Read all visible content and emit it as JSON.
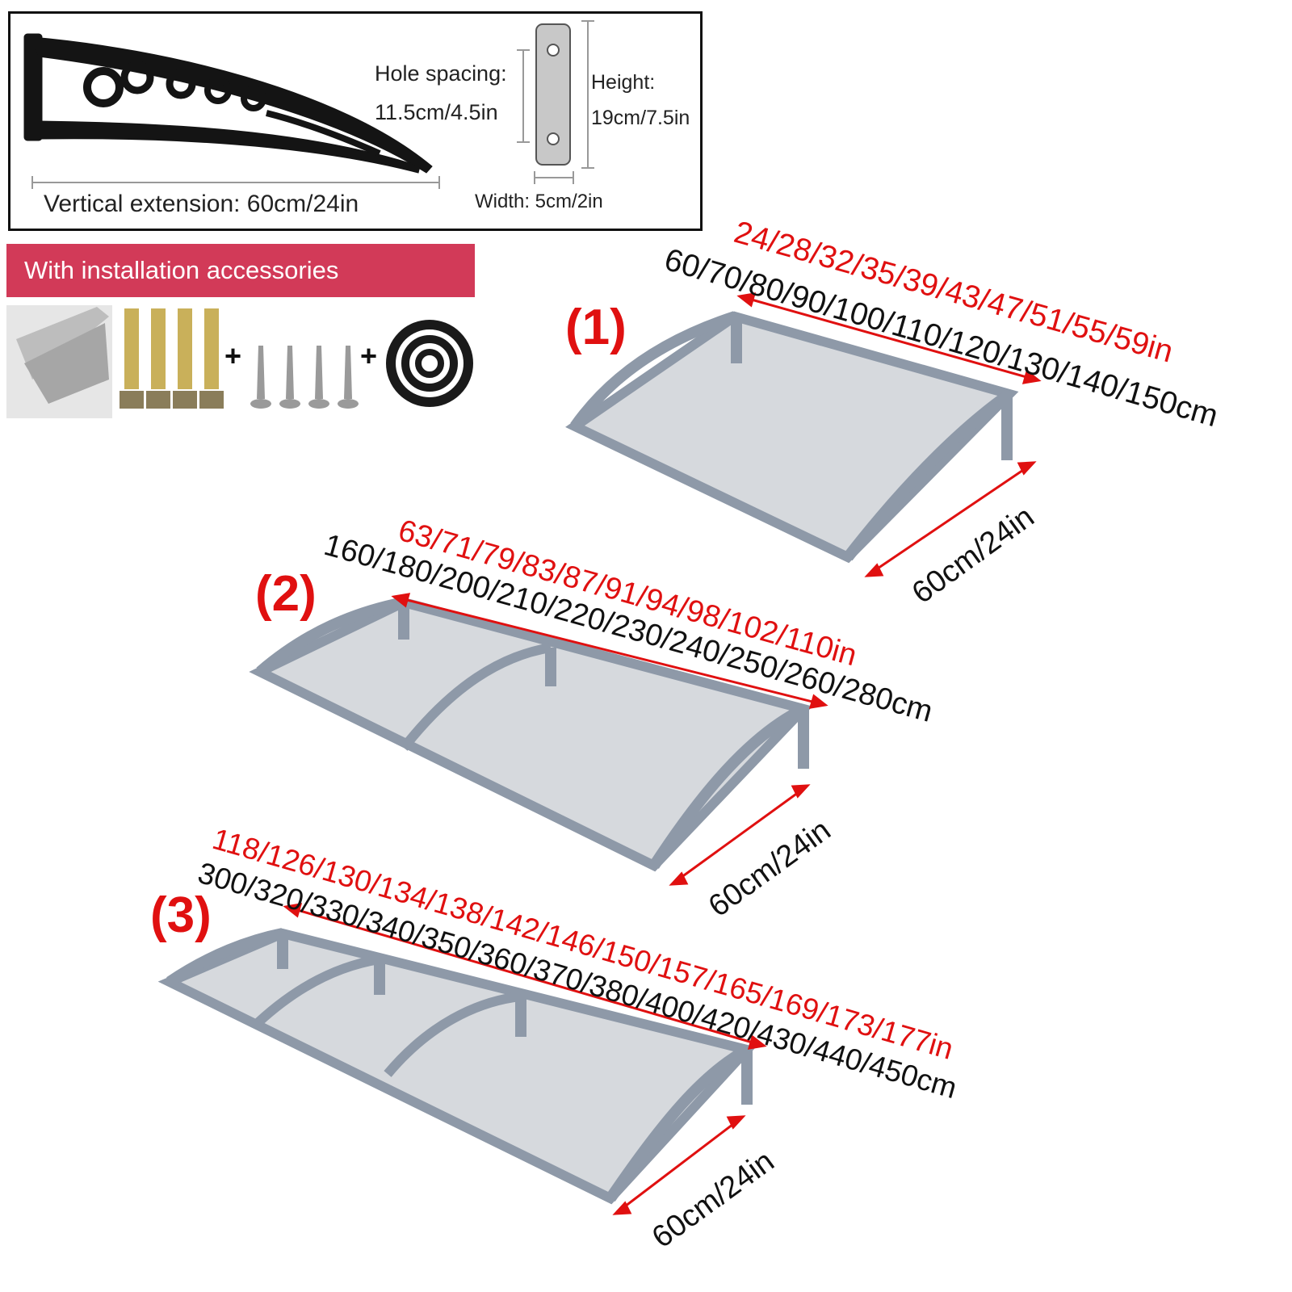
{
  "spec": {
    "hole_spacing_label": "Hole spacing:",
    "hole_spacing_value": "11.5cm/4.5in",
    "height_label": "Height:",
    "height_value": "19cm/7.5in",
    "width_label": "Width: 5cm/2in",
    "extension_label": "Vertical extension: 60cm/24in"
  },
  "accessories": {
    "banner": "With installation accessories",
    "plus": "+"
  },
  "models": [
    {
      "number": "(1)",
      "sizes_in": "24/28/32/35/39/43/47/51/55/59in",
      "sizes_cm": "60/70/80/90/100/110/120/130/140/150cm",
      "depth": "60cm/24in"
    },
    {
      "number": "(2)",
      "sizes_in": "63/71/79/83/87/91/94/98/102/110in",
      "sizes_cm": "160/180/200/210/220/230/240/250/260/280cm",
      "depth": "60cm/24in"
    },
    {
      "number": "(3)",
      "sizes_in": "118/126/130/134/138/142/146/150/157/165/169/173/177in",
      "sizes_cm": "300/320/330/340/350/360/370/380/400/420/430/440/450cm",
      "depth": "60cm/24in"
    }
  ],
  "colors": {
    "accent_red": "#e01010",
    "banner": "#d23a58",
    "frame_gray": "#8e99a8",
    "panel_gray": "#d6d9dd"
  }
}
